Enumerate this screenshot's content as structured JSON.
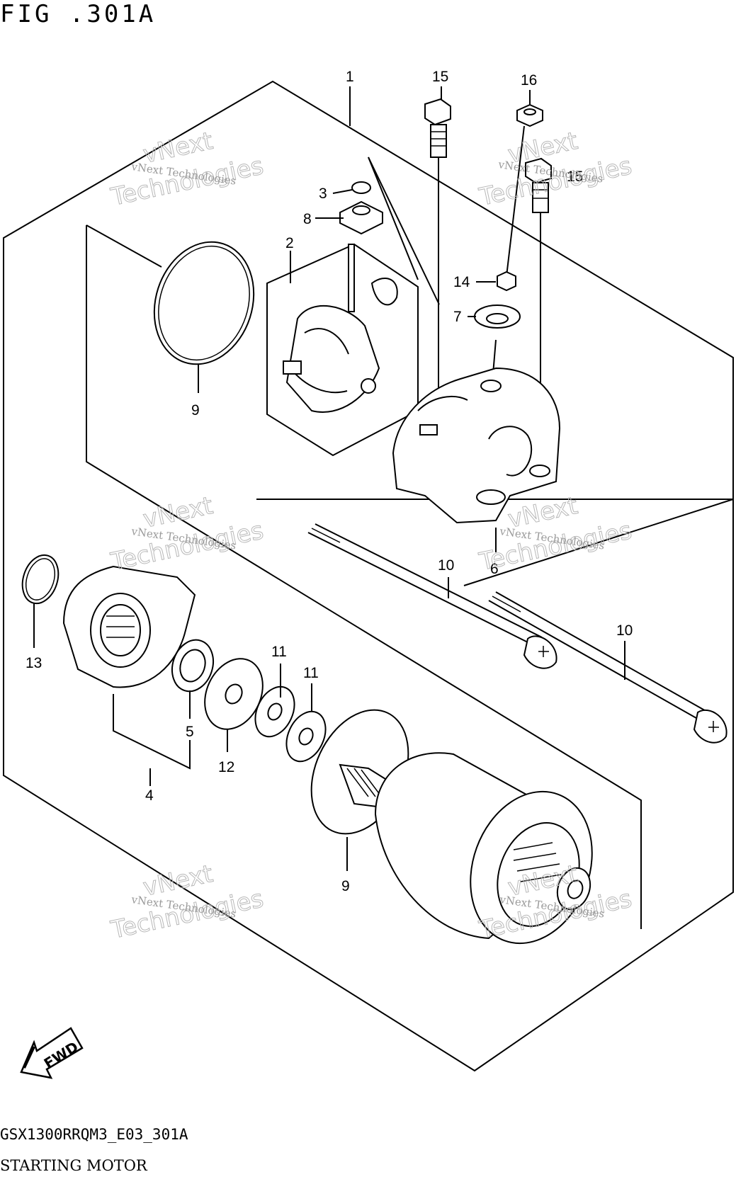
{
  "figure": {
    "title": "FIG .301A",
    "model_code": "GSX1300RRQM3_E03_301A",
    "caption": "STARTING MOTOR"
  },
  "callouts": {
    "c1": "1",
    "c2": "2",
    "c3": "3",
    "c4": "4",
    "c5": "5",
    "c6": "6",
    "c7": "7",
    "c8": "8",
    "c9a": "9",
    "c9b": "9",
    "c10a": "10",
    "c10b": "10",
    "c11a": "11",
    "c11b": "11",
    "c12": "12",
    "c13": "13",
    "c14": "14",
    "c15a": "15",
    "c15b": "15",
    "c16": "16"
  },
  "fwd_marker": {
    "label": "FWD"
  },
  "watermarks": {
    "brand_small": "vNext Technologies",
    "brand_big_1": "vNext",
    "brand_big_2": "Technologies"
  },
  "colors": {
    "line": "#000000",
    "background": "#ffffff",
    "watermark": "#9a9a9a"
  }
}
